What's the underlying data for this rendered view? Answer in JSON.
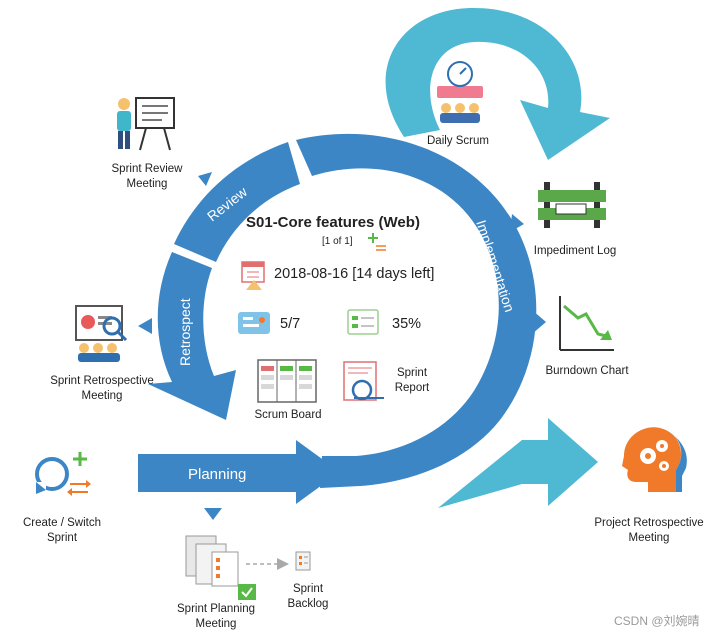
{
  "center": {
    "title": "S01-Core features (Web)",
    "page": "[1 of 1]",
    "date_text": "2018-08-16 [14 days left]",
    "progress_fraction": "5/7",
    "progress_percent": "35%",
    "scrum_board": "Scrum Board",
    "sprint_report": "Sprint\nReport"
  },
  "cycle": {
    "review": "Review",
    "implementation": "Implementation",
    "retrospect": "Retrospect",
    "planning": "Planning"
  },
  "nodes": {
    "daily_scrum": "Daily Scrum",
    "sprint_review": "Sprint Review\nMeeting",
    "impediment_log": "Impediment Log",
    "burndown_chart": "Burndown Chart",
    "sprint_retrospective": "Sprint Retrospective\nMeeting",
    "create_switch_sprint": "Create / Switch\nSprint",
    "sprint_planning": "Sprint Planning\nMeeting",
    "sprint_backlog": "Sprint\nBacklog",
    "project_retrospective": "Project Retrospective\nMeeting"
  },
  "watermark": "CSDN @刘婉晴",
  "colors": {
    "arc_blue": "#3d86c6",
    "arc_blue_dark": "#2f74b5",
    "teal": "#4fb8d3",
    "orange": "#f07a2a",
    "green": "#59b947"
  }
}
